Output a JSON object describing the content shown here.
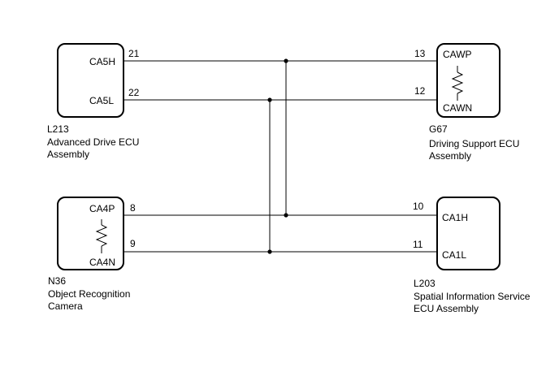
{
  "components": {
    "l213": {
      "code": "L213",
      "name_line1": "Advanced Drive ECU",
      "name_line2": "Assembly",
      "pins": [
        {
          "label": "CA5H",
          "number": "21"
        },
        {
          "label": "CA5L",
          "number": "22"
        }
      ]
    },
    "g67": {
      "code": "G67",
      "name_line1": "Driving Support ECU",
      "name_line2": "Assembly",
      "pins": [
        {
          "label": "CAWP",
          "number": "13"
        },
        {
          "label": "CAWN",
          "number": "12"
        }
      ]
    },
    "n36": {
      "code": "N36",
      "name_line1": "Object Recognition",
      "name_line2": "Camera",
      "pins": [
        {
          "label": "CA4P",
          "number": "8"
        },
        {
          "label": "CA4N",
          "number": "9"
        }
      ]
    },
    "l203": {
      "code": "L203",
      "name_line1": "Spatial Information Service",
      "name_line2": "ECU Assembly",
      "pins": [
        {
          "label": "CA1H",
          "number": "10"
        },
        {
          "label": "CA1L",
          "number": "11"
        }
      ]
    }
  }
}
